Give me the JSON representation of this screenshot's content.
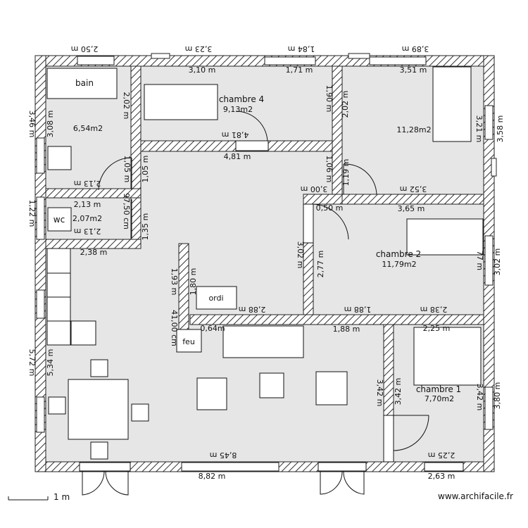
{
  "rooms": {
    "bain": {
      "name": "bain",
      "area": "6,54m2"
    },
    "chambre4": {
      "name": "chambre 4",
      "area": "9,13m2"
    },
    "top_right": {
      "area": "11,28m2"
    },
    "wc": {
      "name": "wc",
      "area": "2,07m2"
    },
    "chambre2": {
      "name": "chambre 2",
      "area": "11,79m2"
    },
    "chambre1": {
      "name": "chambre 1",
      "area": "7,70m2"
    }
  },
  "furniture": {
    "ordi": "ordi",
    "feu": "feu"
  },
  "dims": {
    "top_2_50": "2,50 m",
    "top_3_23": "3,23 m",
    "top_1_84": "1,84 m",
    "top_3_89": "3,89 m",
    "in_3_10": "3,10 m",
    "in_1_71": "1,71 m",
    "in_3_51": "3,51 m",
    "v_2_02a": "2,02 m",
    "v_1_90": "1,90 m",
    "v_2_02b": "2,02 m",
    "l_3_46": "3,46 m",
    "l_3_08": "3,08 m",
    "r_3_21": "3,21 m",
    "r_3_58": "3,58 m",
    "c4_4_81a": "4,81 m",
    "c4_4_81b": "4,81 m",
    "v_1_05a": "1,05 m",
    "v_1_05b": "1,05 m",
    "v_1_06": "1,06 m",
    "v_1_19": "1,19 m",
    "h_2_13a": "2,13 m",
    "h_2_13b": "2,13 m",
    "h_2_13c": "2,13 m",
    "h_3_00": "3,00 m",
    "h_3_52": "3,52 m",
    "h_0_50": "0,50 m",
    "h_3_65": "3,65 m",
    "l_1_22": "1,22 m",
    "v_97_50": "97,50 cm",
    "v_1_35": "1,35 m",
    "h_2_38a": "2,38 m",
    "v_3_02a": "3,02 m",
    "v_2_77": "2,77 m",
    "r_3_02": "3,02 m",
    "v_77": "77 m",
    "v_1_93": "1,93 m",
    "v_1_80": "1,80 m",
    "v_41": "41,00 cm",
    "h_2_88": "2,88 m",
    "h_1_88a": "1,88 m",
    "h_2_38b": "2,38 m",
    "h_0_64": "0,64m",
    "h_1_88b": "1,88 m",
    "h_2_25a": "2,25 m",
    "l_5_72": "5,72 m",
    "l_5_34": "5,34 m",
    "v_3_42a": "3,42 m",
    "v_3_42b": "3,42 m",
    "v_2_42": "3,42 m",
    "r_3_80": "3,80 m",
    "b_8_45": "8,45 m",
    "b_8_82": "8,82 m",
    "b_2_25": "2,25 m",
    "b_2_63": "2,63 m"
  },
  "footer": {
    "scale": "1 m",
    "watermark": "www.archifacile.fr"
  }
}
